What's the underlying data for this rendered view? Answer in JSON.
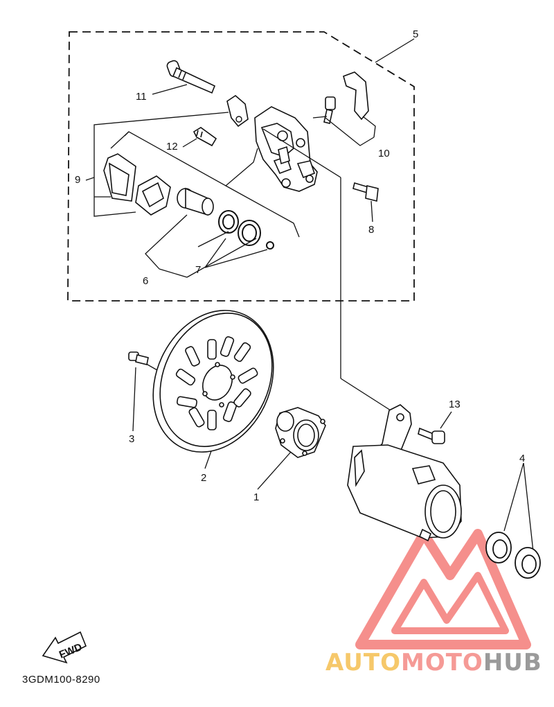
{
  "callouts": {
    "c1": "1",
    "c2": "2",
    "c3": "3",
    "c4": "4",
    "c5": "5",
    "c6": "6",
    "c7": "7",
    "c8": "8",
    "c9": "9",
    "c10": "10",
    "c11": "11",
    "c12": "12",
    "c13": "13"
  },
  "fwd_label": "FWD",
  "diagram_code": "3GDM100-8290",
  "watermark": {
    "part1": "AUTO",
    "part2": "MOTO",
    "part3": "HUB"
  },
  "colors": {
    "line": "#111111",
    "logo_red": "#f26a66",
    "logo_yellow": "#f6c86a",
    "logo_grey": "#9a9a9a"
  }
}
